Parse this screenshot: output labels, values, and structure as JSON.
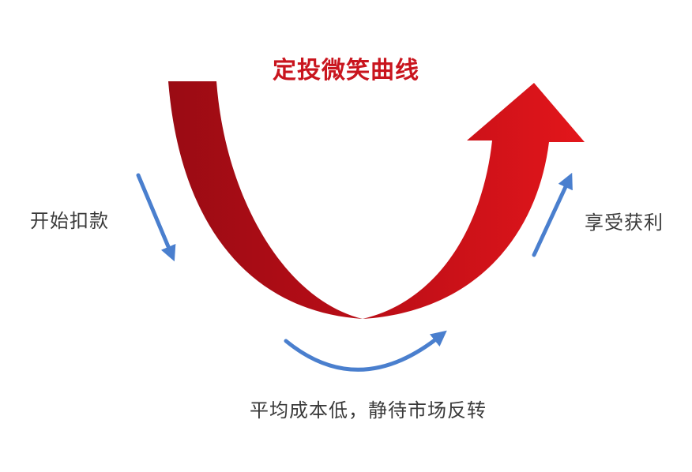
{
  "title": "定投微笑曲线",
  "labels": {
    "start": "开始扣款",
    "profit": "享受获利",
    "bottom": "平均成本低，静待市场反转"
  },
  "colors": {
    "curve_dark": "#9a0b14",
    "curve_light": "#e3161b",
    "arrow_blue": "#4a7fce",
    "title_red": "#c9151e",
    "text": "#3a3a3a"
  }
}
